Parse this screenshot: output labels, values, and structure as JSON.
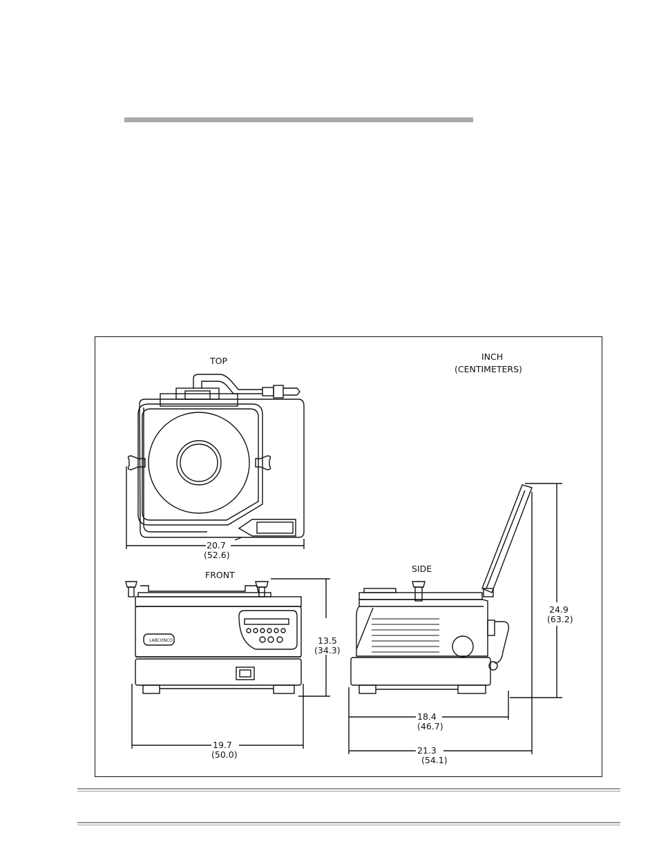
{
  "drawing": {
    "units_line1": "INCH",
    "units_line2": "(CENTIMETERS)",
    "views": {
      "top": "TOP",
      "front": "FRONT",
      "side": "SIDE"
    },
    "dimensions": {
      "top_width_in": "20.7",
      "top_width_cm": "(52.6)",
      "front_height_in": "13.5",
      "front_height_cm": "(34.3)",
      "front_width_in": "19.7",
      "front_width_cm": "(50.0)",
      "side_depth_in": "18.4",
      "side_depth_cm": "(46.7)",
      "side_overall_in": "21.3",
      "side_overall_cm": "(54.1)",
      "lid_open_height_in": "24.9",
      "lid_open_height_cm": "(63.2)"
    },
    "brand_logo": "LABCONCO"
  }
}
